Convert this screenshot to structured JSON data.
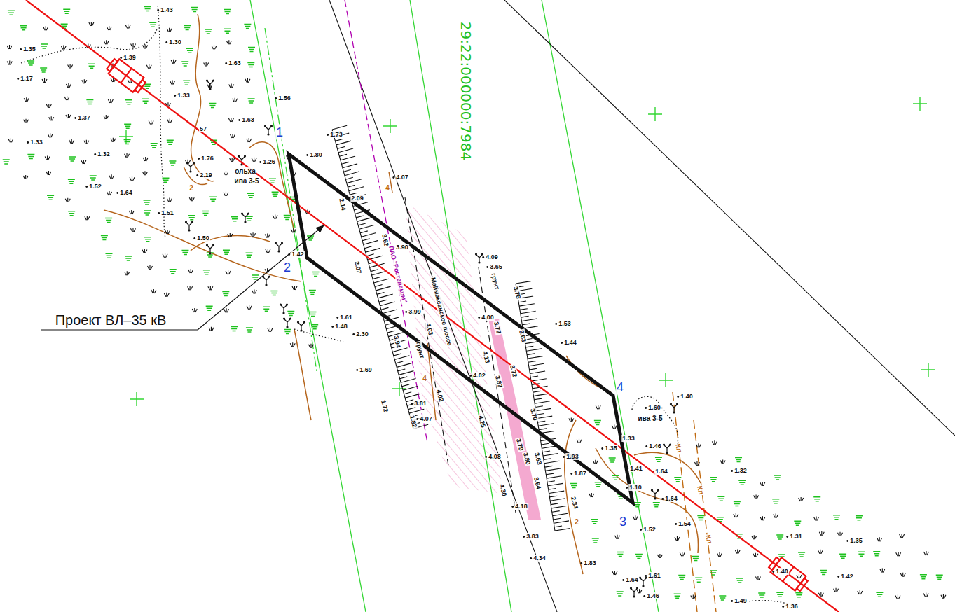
{
  "diagram": {
    "labels": [
      "1.43",
      "1.39",
      "1.35",
      "1.30",
      "1.17",
      "1.63",
      "1.56",
      "1.33",
      "1.37",
      "1.33",
      "1.32",
      "57",
      "1.63",
      "1.73",
      "1.80",
      "1.26",
      "1.76",
      "2.19",
      "2",
      "1.52",
      "1.64",
      "ольха",
      "ива 3-5",
      "1.51",
      "1.50",
      "1.42",
      "4.07",
      "2.09",
      "2.14",
      "3.90",
      "3.62",
      "ПАО \"Ростелеком\"",
      "2.07",
      "Маймаксанское шоссе",
      "4.03",
      "3.99",
      "грунт",
      "4.02",
      "3.94",
      "1.61",
      "1.48",
      "2.30",
      "1.69",
      "1.72",
      "3.81",
      "4.07",
      "1.82",
      "4.09",
      "3.65",
      "грунт",
      "3.76",
      "4.00",
      "3.77",
      "4.13",
      "4.02",
      "3.87",
      "3.72",
      "3.63",
      "1.53",
      "1.44",
      "3.70",
      "4.25",
      "1.93",
      "3.63",
      "3.79",
      "3.80",
      "4.08",
      "3.64",
      "4.30",
      "4.18",
      "2.34",
      "3.83",
      "4.34",
      "2",
      "1.83",
      "1.87",
      "1.35",
      "1.33",
      "1.60",
      "1.40",
      "ива 3-5",
      "1.46",
      "1.41",
      "1.64",
      "1.10",
      "1.64",
      "1.52",
      "1.54",
      "1.32",
      "1.31",
      "1.35",
      "1.40",
      "1.42",
      "1.64",
      "1.61",
      "1.46",
      "1.49",
      "1.36",
      "Кл",
      "Кл",
      "Кл",
      "4",
      "4",
      "1",
      "2",
      "3",
      "4",
      "29:22:000000:7984",
      "Проект ВЛ–35 кВ"
    ]
  }
}
